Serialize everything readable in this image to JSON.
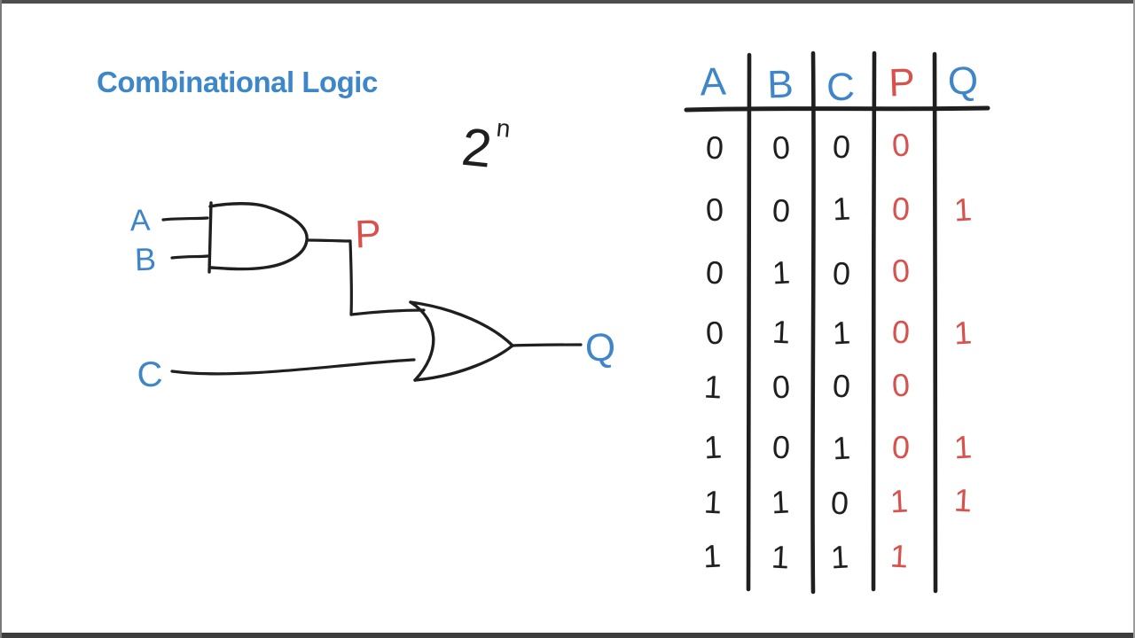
{
  "title": "Combinational Logic",
  "annotation": {
    "base": "2",
    "exponent": "n"
  },
  "circuit": {
    "input_a": "A",
    "input_b": "B",
    "input_c": "C",
    "intermediate": "P",
    "output": "Q"
  },
  "truth_table": {
    "headers": [
      "A",
      "B",
      "C",
      "P",
      "Q"
    ],
    "rows": [
      [
        "0",
        "0",
        "0",
        "0",
        ""
      ],
      [
        "0",
        "0",
        "1",
        "0",
        "1"
      ],
      [
        "0",
        "1",
        "0",
        "0",
        ""
      ],
      [
        "0",
        "1",
        "1",
        "0",
        "1"
      ],
      [
        "1",
        "0",
        "0",
        "0",
        ""
      ],
      [
        "1",
        "0",
        "1",
        "0",
        "1"
      ],
      [
        "1",
        "1",
        "0",
        "1",
        "1"
      ],
      [
        "1",
        "1",
        "1",
        "1",
        ""
      ]
    ]
  },
  "colors": {
    "accent_blue": "#3e86c9",
    "marker_red": "#d9514d",
    "ink": "#1f1f1f"
  }
}
